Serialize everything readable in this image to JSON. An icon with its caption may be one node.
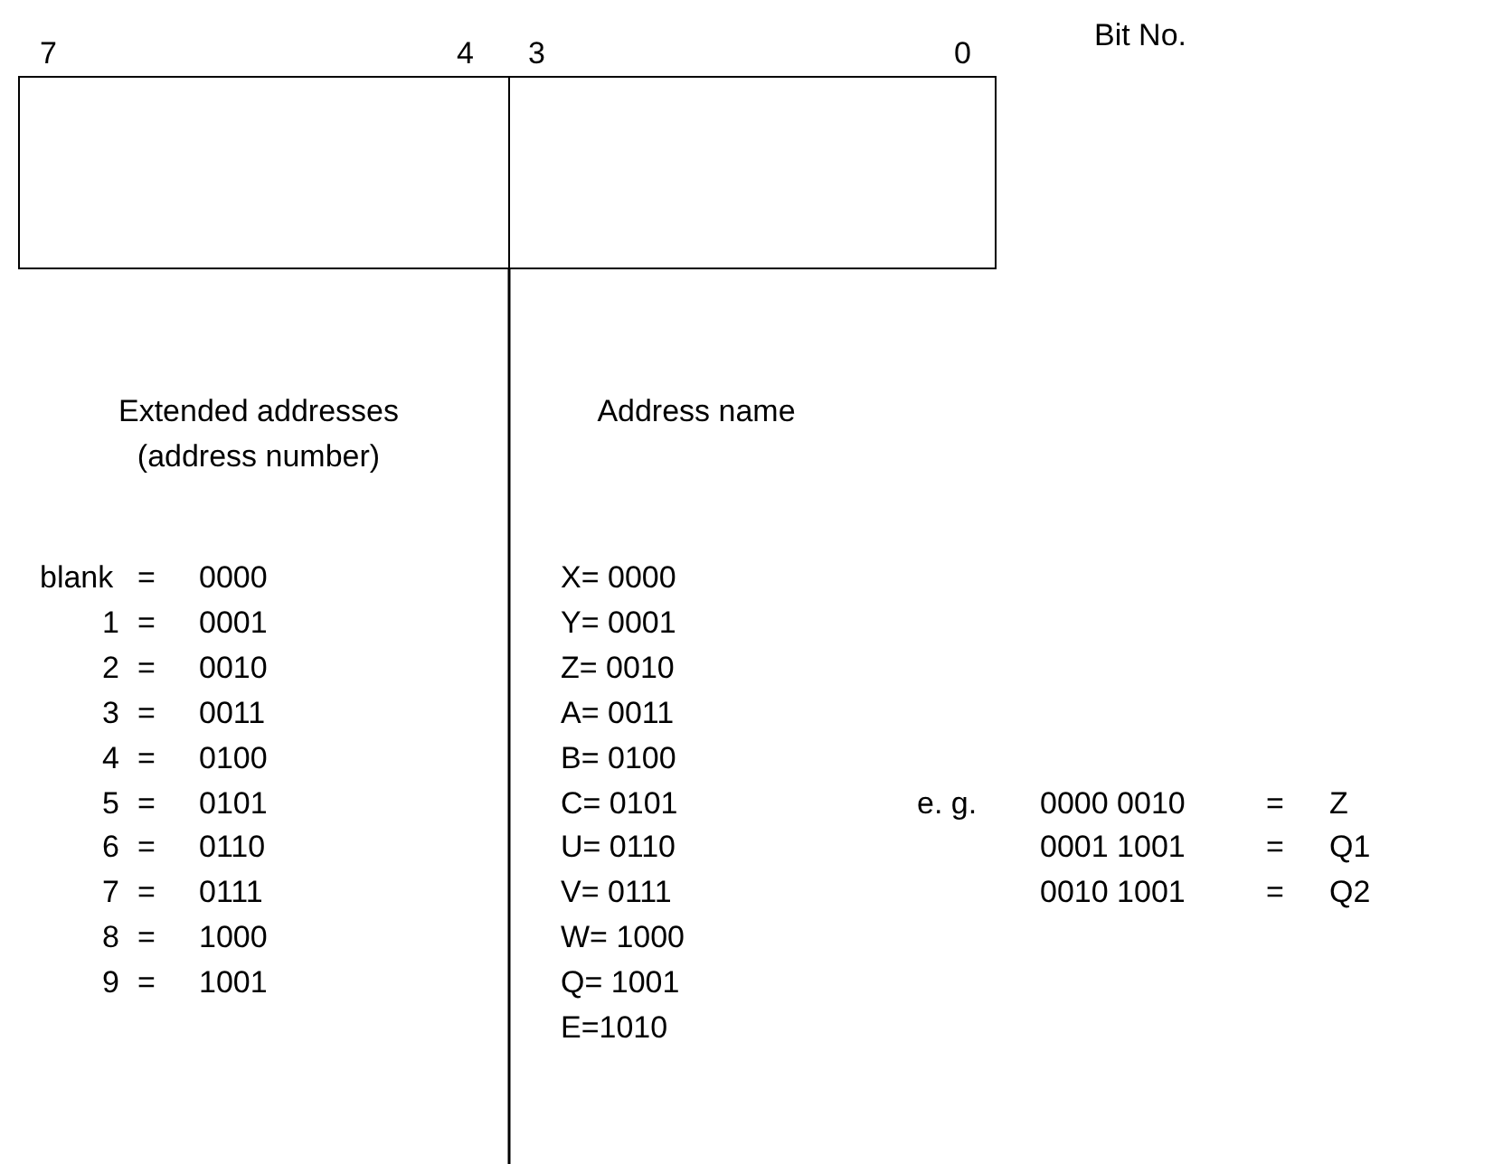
{
  "diagram": {
    "nodes": [
      {
        "text": [],
        "shape": "box",
        "beside": [
          "7",
          "4"
        ]
      },
      {
        "text": [],
        "shape": "box",
        "beside": [
          "3",
          "0"
        ]
      }
    ],
    "labels": [
      "Bit No.",
      "Extended addresses (address number)",
      "Address name",
      "blank",
      "=",
      "0000",
      "X= 0000",
      "1",
      "=",
      "0001",
      "Y= 0001",
      "2",
      "=",
      "0010",
      "Z= 0010",
      "3",
      "=",
      "0011",
      "A= 0011",
      "4",
      "=",
      "0100",
      "B= 0100",
      "5",
      "=",
      "0101",
      "C= 0101",
      "e. g.",
      "0000 0010",
      "=",
      "Z",
      "6",
      "=",
      "0110",
      "U= 0110",
      "0001 1001",
      "=",
      "Q1",
      "7",
      "=",
      "0111",
      "V= 0111",
      "0010 1001",
      "=",
      "Q2",
      "8",
      "=",
      "1000",
      "W= 1000",
      "9",
      "=",
      "1001",
      "Q= 1001",
      "E=1010"
    ]
  }
}
